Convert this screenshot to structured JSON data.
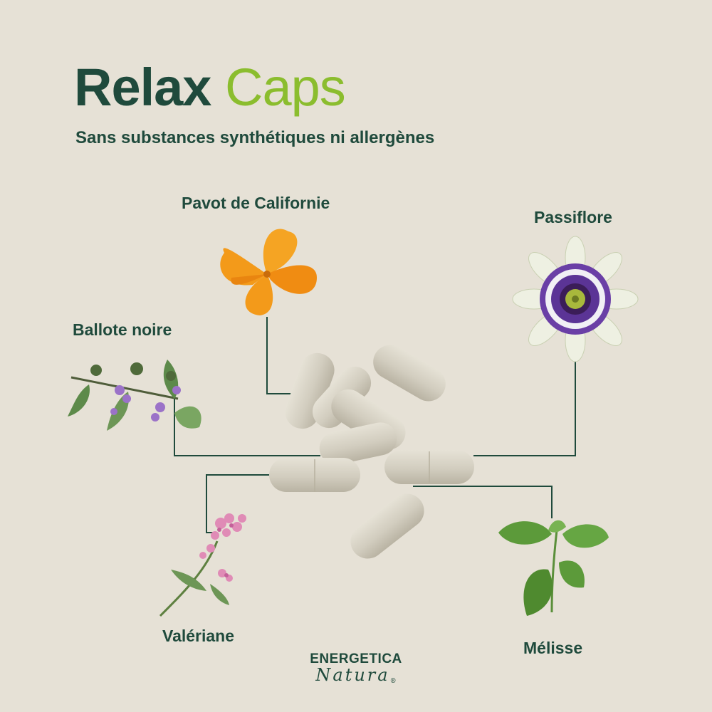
{
  "header": {
    "title_word1": "Relax",
    "title_word2": "Caps",
    "subtitle": "Sans substances synthétiques ni allergènes"
  },
  "plants": {
    "pavot": "Pavot de Californie",
    "passiflore": "Passiflore",
    "ballote": "Ballote noire",
    "valeriane": "Valériane",
    "melisse": "Mélisse"
  },
  "brand": {
    "line1": "ENERGETICA",
    "line2": "Natura",
    "registered": "®"
  },
  "colors": {
    "background": "#e6e1d6",
    "dark_green": "#1f4a3c",
    "light_green": "#8bbd2e",
    "capsule": "#d3cfc1"
  }
}
